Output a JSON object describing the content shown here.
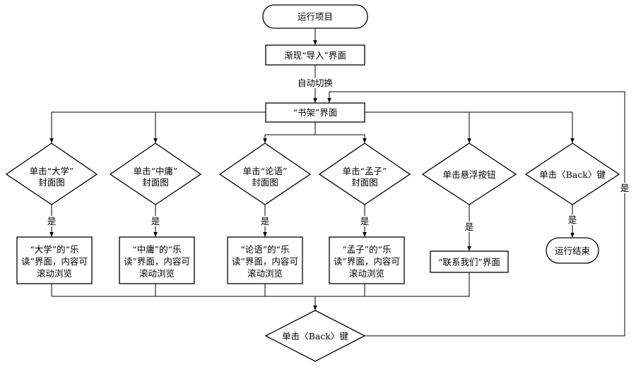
{
  "nodes": {
    "start": "运行项目",
    "import": "渐现“导入”界面",
    "shelf": "“书架”界面",
    "d1": [
      "单击“大学”",
      "封面图"
    ],
    "d2": [
      "单击“中庸”",
      "封面图"
    ],
    "d3": [
      "单击“论语”",
      "封面图"
    ],
    "d4": [
      "单击“孟子”",
      "封面图"
    ],
    "d5": [
      "单击悬浮按钮"
    ],
    "d6": [
      "单击〈Back〉键"
    ],
    "p1": [
      "“大学”的“乐",
      "读”界面，内容可",
      "滚动浏览"
    ],
    "p2": [
      "“中庸”的“乐",
      "读”界面，内容可",
      "滚动浏览"
    ],
    "p3": [
      "“论语”的“乐",
      "读”界面，内容可",
      "滚动浏览"
    ],
    "p4": [
      "“孟子”的“乐",
      "读”界面，内容可",
      "滚动浏览"
    ],
    "p5": "“联系我们”界面",
    "end": "运行结束",
    "back": "单击〈Back〉键"
  },
  "edge_labels": {
    "auto": "自动切换",
    "yes": "是"
  }
}
